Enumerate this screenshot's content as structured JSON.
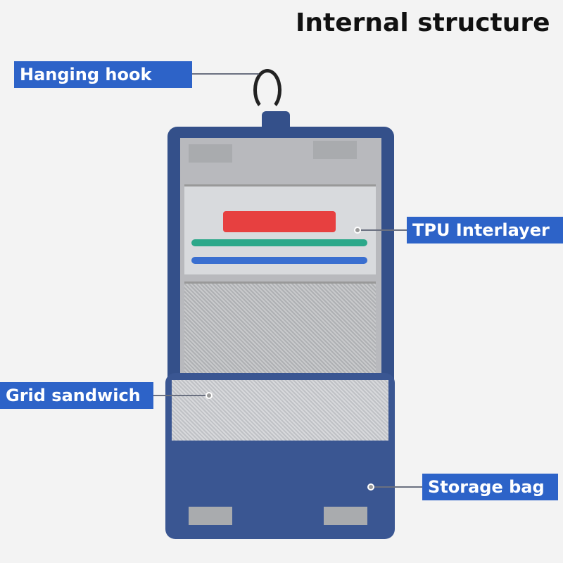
{
  "title": "Internal structure",
  "labels": {
    "hanging_hook": "Hanging hook",
    "tpu_interlayer": "TPU Interlayer",
    "grid_sandwich": "Grid sandwich",
    "storage_bag": "Storage bag"
  },
  "colors": {
    "label_bg": "#2d63c8",
    "bag": "#34508a"
  }
}
